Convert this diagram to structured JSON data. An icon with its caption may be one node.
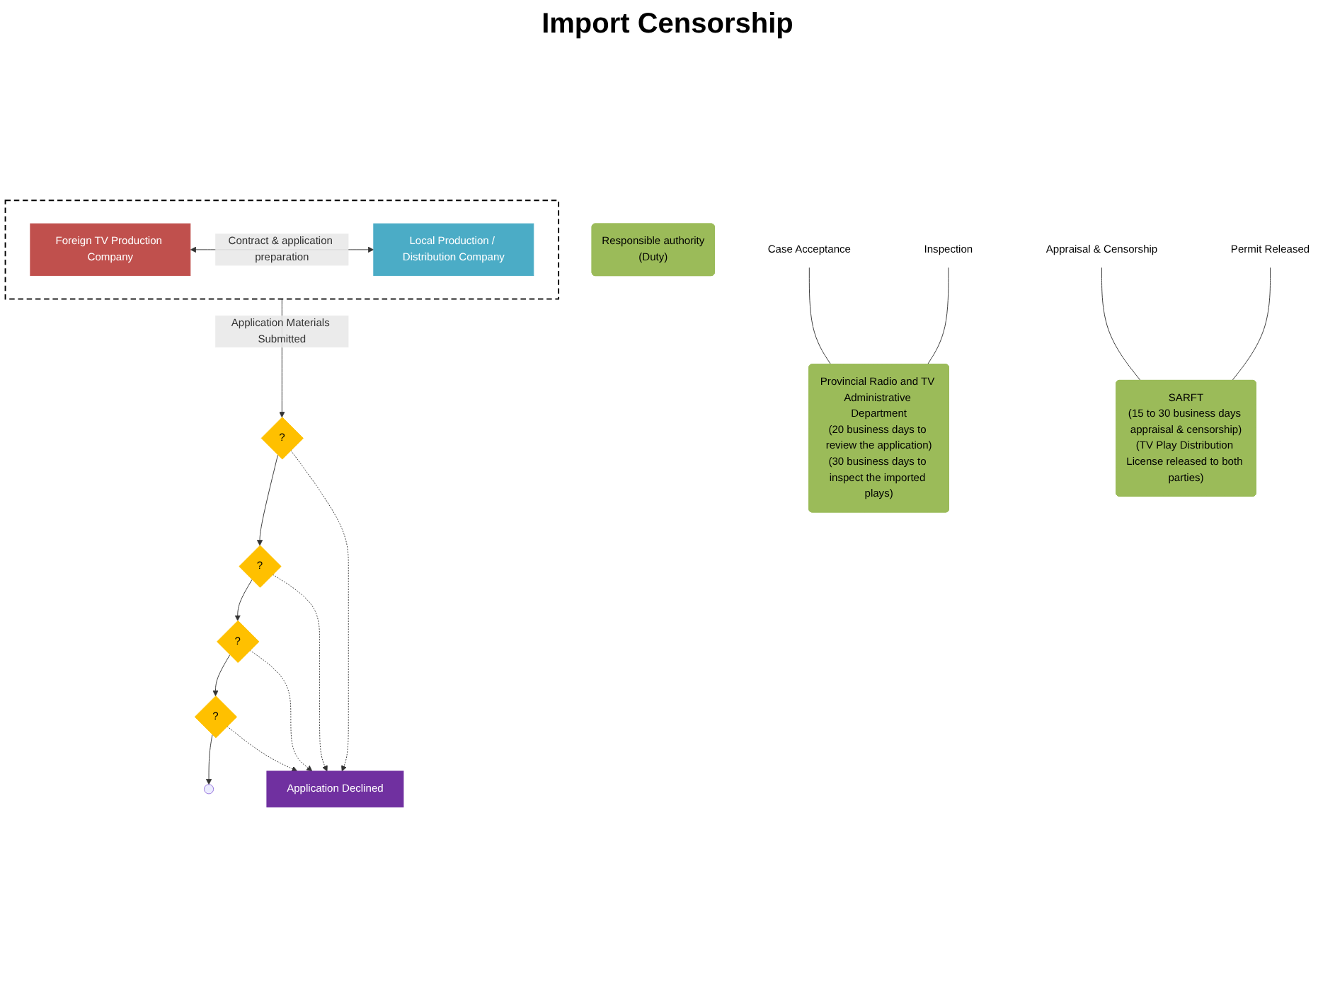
{
  "diagram": {
    "title": "Import Censorship",
    "nodes": [
      {
        "text": [],
        "shape": "box"
      },
      {
        "text": [
          "Foreign TV Production Company"
        ],
        "in": 0
      },
      {
        "text": [
          "Local Production / Distribution Company"
        ],
        "in": 0
      },
      {
        "text": [
          "Responsible authority",
          "(Duty)"
        ]
      },
      {
        "text": [
          "Application Declined"
        ]
      },
      {
        "text": [
          "?"
        ]
      },
      {
        "text": [
          "?"
        ]
      },
      {
        "text": [
          "?"
        ]
      },
      {
        "text": [
          "?"
        ]
      },
      {
        "text": [
          "Provincial Radio and TV Administrative Department",
          "(20 business days to review the application)",
          "(30 business days to inspect the imported plays)"
        ]
      },
      {
        "text": [
          "SARFT",
          "(15 to 30 business days appraisal & censorship)",
          "(TV Play Distribution License released to both parties)"
        ]
      },
      {
        "text": [
          "Case Acceptance"
        ]
      },
      {
        "text": [
          "Inspection"
        ]
      },
      {
        "text": [
          "Appraisal & Censorship"
        ]
      },
      {
        "text": [
          "Permit Released"
        ]
      }
    ],
    "edges": [
      {
        "from": 1,
        "to": 2,
        "arrow": "both",
        "label": "Contract & application preparation"
      },
      {
        "from": 0,
        "to": 5,
        "arrow": "to",
        "label": "Application Materials Submitted"
      },
      {
        "from": 5,
        "to": 6,
        "arrow": "to"
      },
      {
        "from": 6,
        "to": 7,
        "arrow": "to"
      },
      {
        "from": 7,
        "to": 8,
        "arrow": "to"
      },
      {
        "from": 8,
        "to": null,
        "arrow": "to"
      },
      {
        "from": 5,
        "to": 4,
        "arrow": "to",
        "style": "dashed"
      },
      {
        "from": 6,
        "to": 4,
        "arrow": "to",
        "style": "dashed"
      },
      {
        "from": 7,
        "to": 4,
        "arrow": "to",
        "style": "dashed"
      },
      {
        "from": 8,
        "to": 4,
        "arrow": "to",
        "style": "dashed"
      },
      {
        "from": 11,
        "to": 9,
        "arrow": "none"
      },
      {
        "from": 12,
        "to": 9,
        "arrow": "none"
      },
      {
        "from": 13,
        "to": 10,
        "arrow": "none"
      },
      {
        "from": 14,
        "to": 10,
        "arrow": "none"
      }
    ]
  }
}
